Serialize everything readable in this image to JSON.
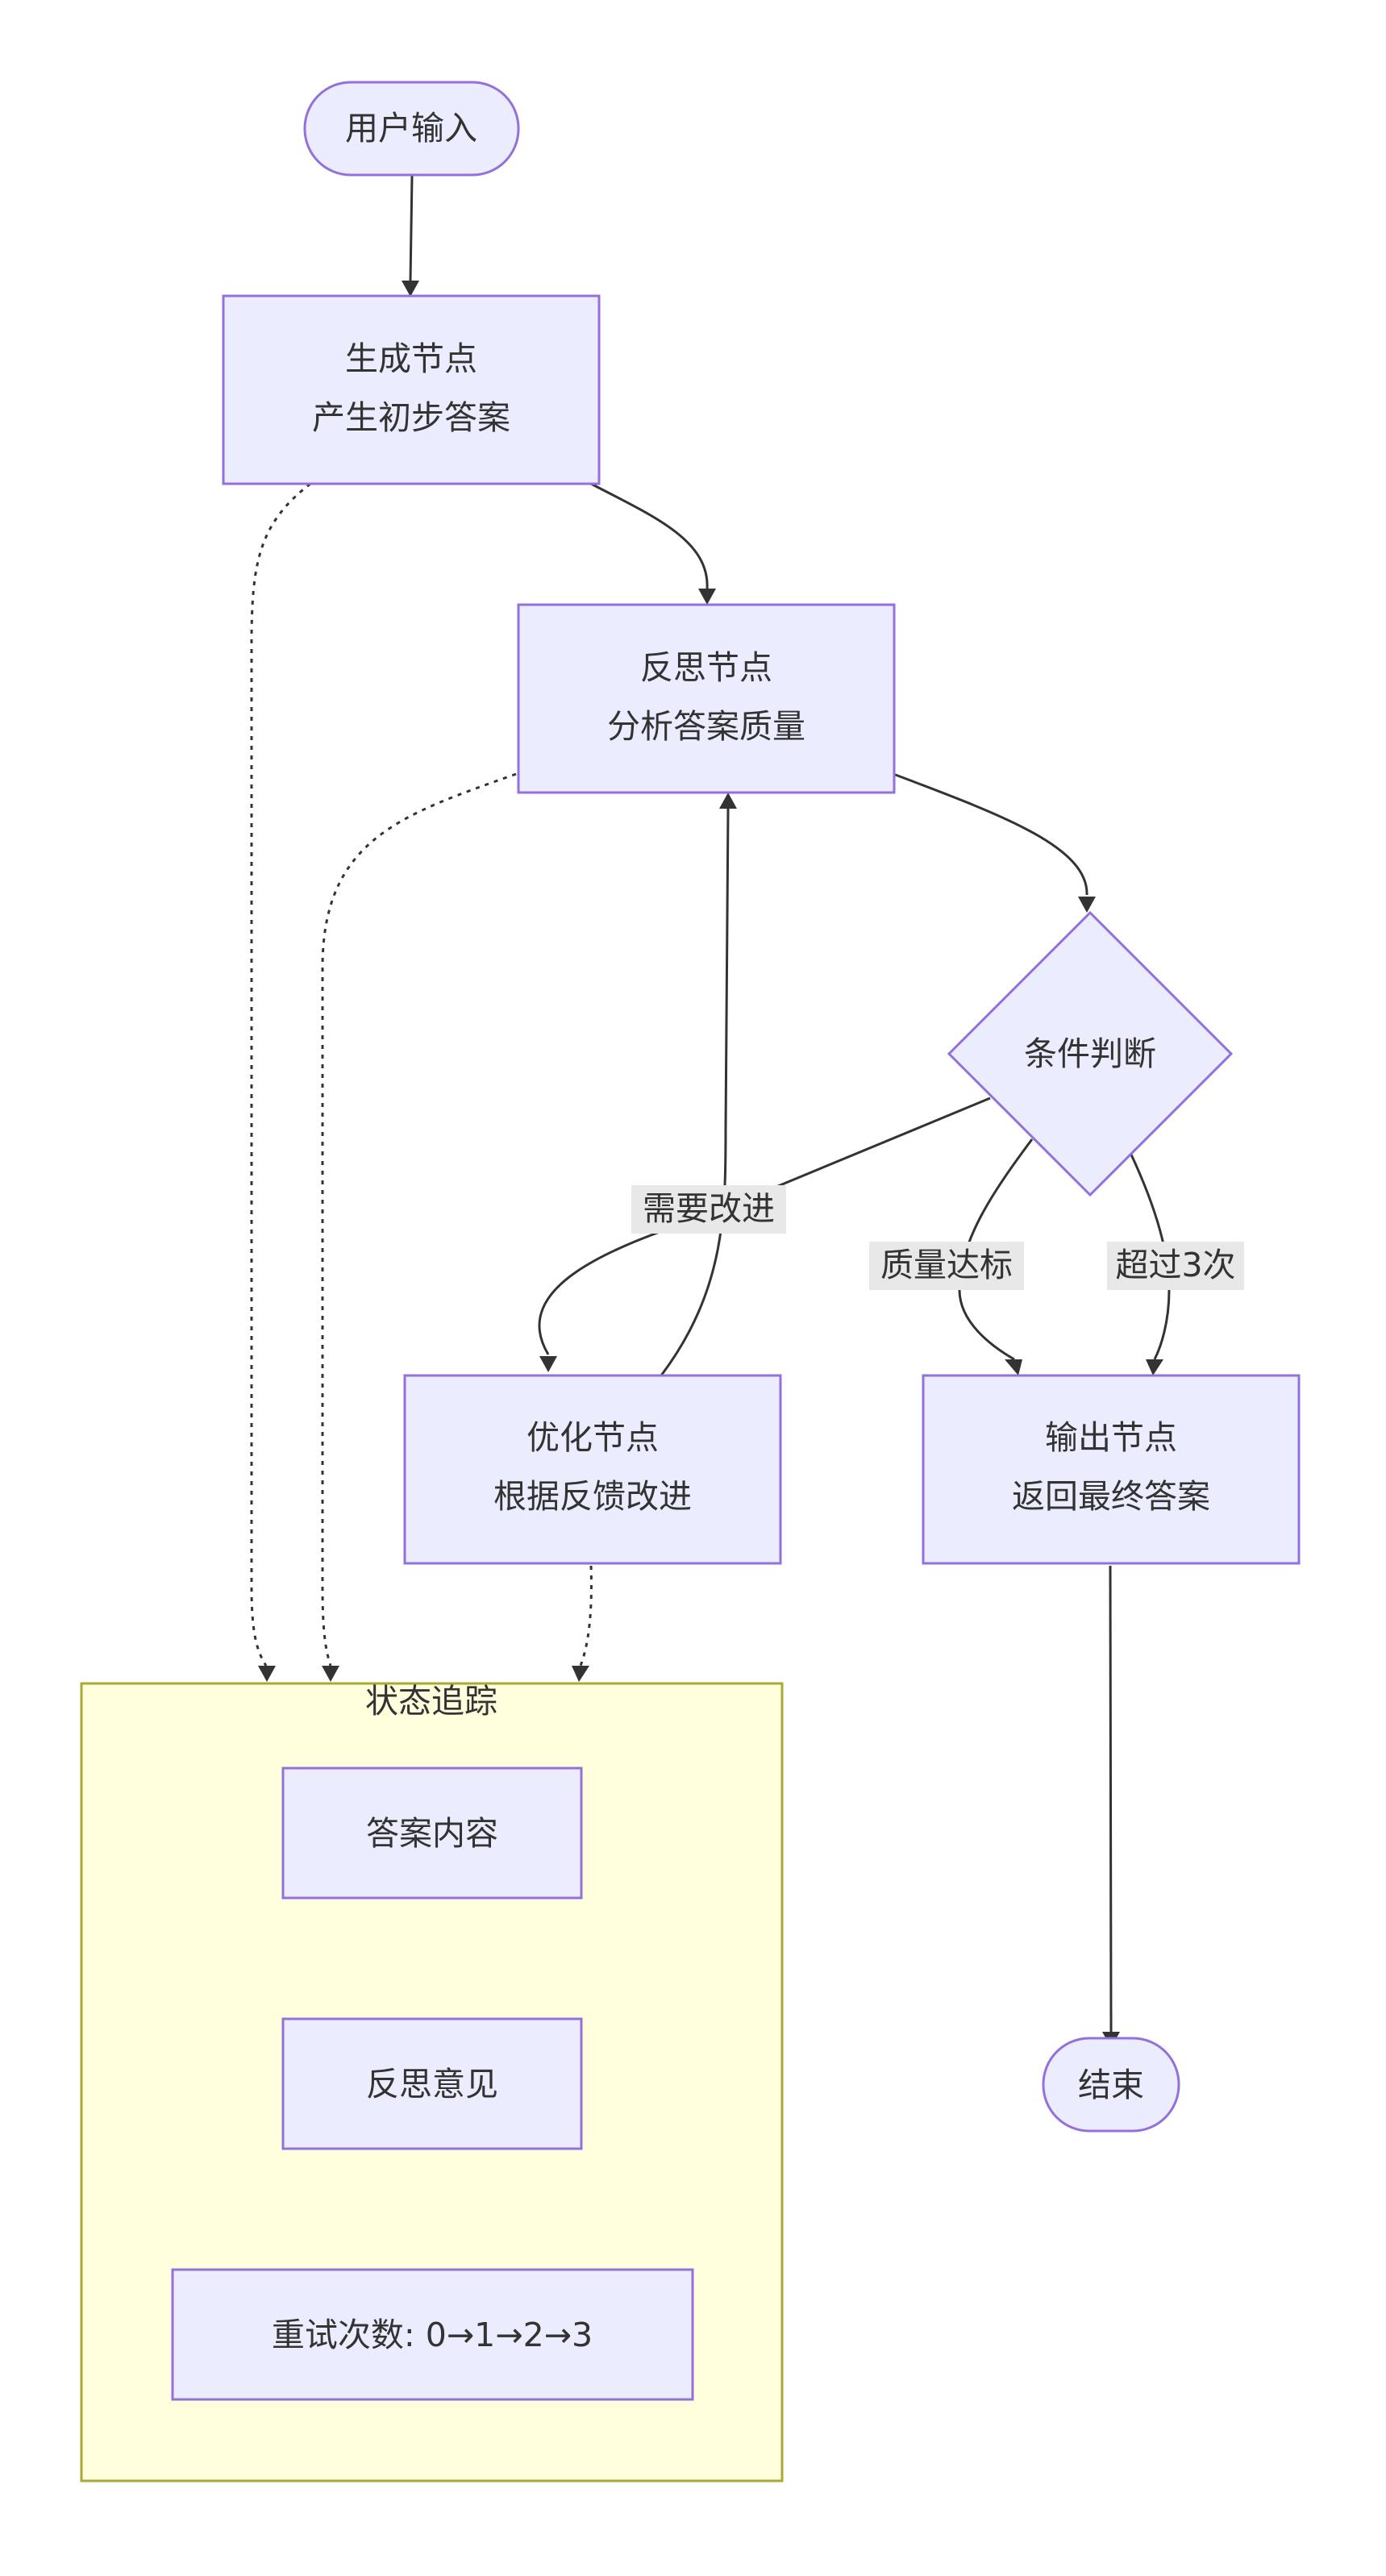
{
  "diagram": {
    "nodes": {
      "user_input": "用户输入",
      "generate_line1": "生成节点",
      "generate_line2": "产生初步答案",
      "reflect_line1": "反思节点",
      "reflect_line2": "分析答案质量",
      "condition": "条件判断",
      "optimize_line1": "优化节点",
      "optimize_line2": "根据反馈改进",
      "output_line1": "输出节点",
      "output_line2": "返回最终答案",
      "end": "结束"
    },
    "edge_labels": {
      "needs_improvement": "需要改进",
      "quality_ok": "质量达标",
      "over_three_times": "超过3次"
    },
    "cluster": {
      "title": "状态追踪",
      "items": [
        "答案内容",
        "反思意见",
        "重试次数: 0→1→2→3"
      ]
    }
  },
  "colors": {
    "node_fill": "#ececff",
    "node_stroke": "#9370db",
    "cluster_fill": "#ffffde",
    "cluster_stroke": "#aaaa33",
    "edge": "#333333",
    "label_bg": "#e8e8e8"
  }
}
